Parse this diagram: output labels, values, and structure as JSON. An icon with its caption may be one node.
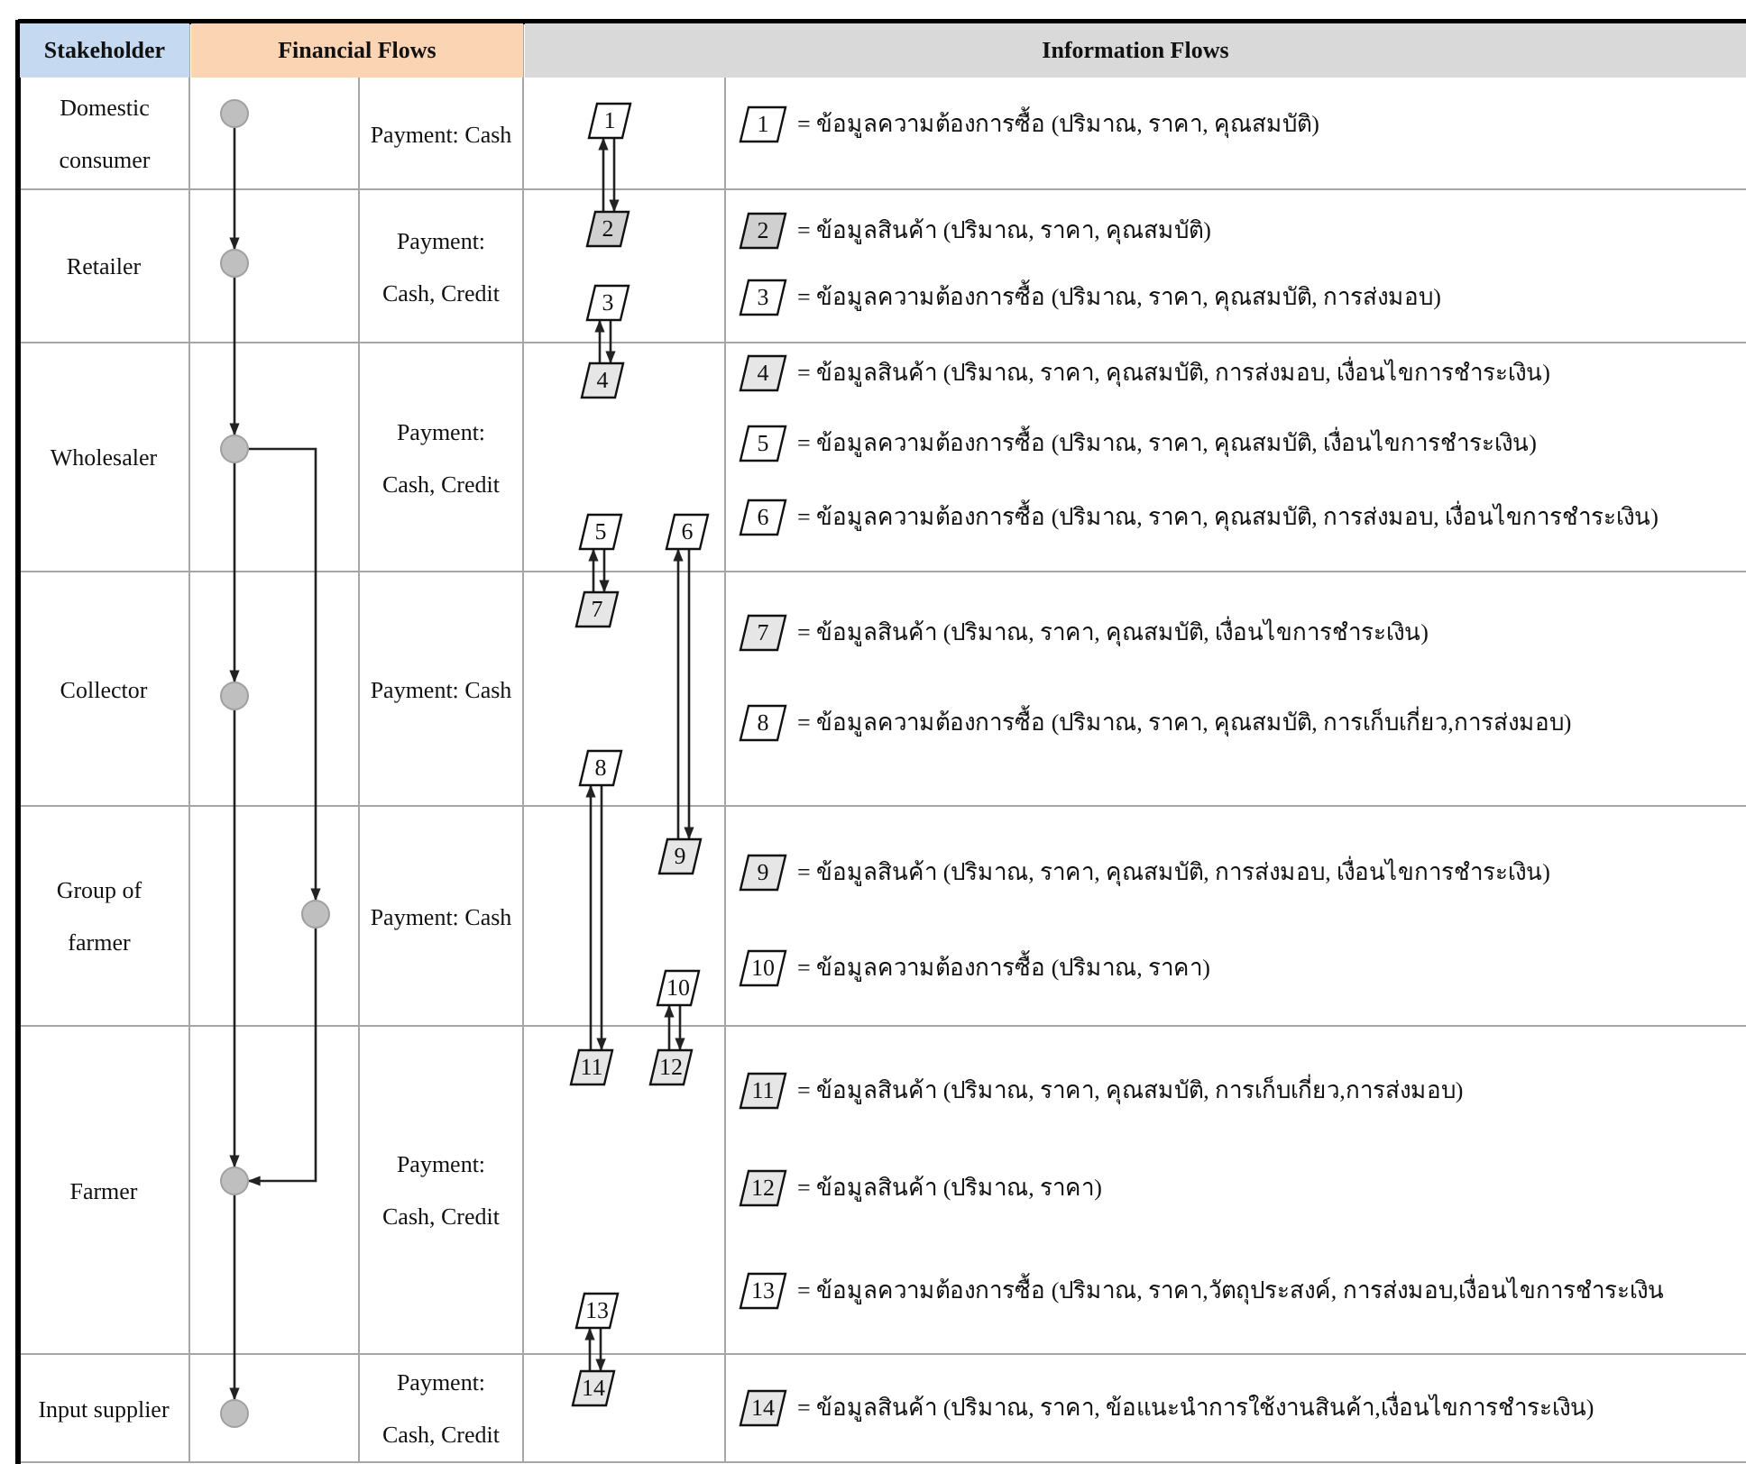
{
  "diagram": {
    "nodes": [
      {
        "text": [],
        "shape": "circle"
      },
      {
        "text": [],
        "shape": "circle"
      },
      {
        "text": [],
        "shape": "circle"
      },
      {
        "text": [],
        "shape": "circle"
      },
      {
        "text": [],
        "shape": "circle"
      },
      {
        "text": [],
        "shape": "circle"
      },
      {
        "text": [],
        "shape": "circle"
      },
      {
        "text": [
          "1"
        ]
      },
      {
        "text": [
          "2"
        ]
      },
      {
        "text": [
          "3"
        ]
      },
      {
        "text": [
          "4"
        ]
      },
      {
        "text": [
          "5"
        ]
      },
      {
        "text": [
          "6"
        ]
      },
      {
        "text": [
          "7"
        ]
      },
      {
        "text": [
          "8"
        ]
      },
      {
        "text": [
          "9"
        ]
      },
      {
        "text": [
          "10"
        ]
      },
      {
        "text": [
          "11"
        ]
      },
      {
        "text": [
          "12"
        ]
      },
      {
        "text": [
          "13"
        ]
      },
      {
        "text": [
          "14"
        ]
      },
      {
        "text": [
          "1"
        ],
        "beside": [
          "= ข้อมูลความต้องการซื้อ (ปริมาณ, ราคา, คุณสมบัติ)"
        ]
      },
      {
        "text": [
          "2"
        ],
        "beside": [
          "= ข้อมูลสินค้า (ปริมาณ, ราคา, คุณสมบัติ)"
        ]
      },
      {
        "text": [
          "3"
        ],
        "beside": [
          "= ข้อมูลความต้องการซื้อ (ปริมาณ, ราคา, คุณสมบัติ, การส่งมอบ)"
        ]
      },
      {
        "text": [
          "4"
        ],
        "beside": [
          "= ข้อมูลสินค้า (ปริมาณ, ราคา, คุณสมบัติ, การส่งมอบ, เงื่อนไขการชำระเงิน)"
        ]
      },
      {
        "text": [
          "5"
        ],
        "beside": [
          "= ข้อมูลความต้องการซื้อ (ปริมาณ, ราคา, คุณสมบัติ, เงื่อนไขการชำระเงิน)"
        ]
      },
      {
        "text": [
          "6"
        ],
        "beside": [
          "= ข้อมูลความต้องการซื้อ (ปริมาณ, ราคา, คุณสมบัติ, การส่งมอบ, เงื่อนไขการชำระเงิน)"
        ]
      },
      {
        "text": [
          "7"
        ],
        "beside": [
          "= ข้อมูลสินค้า (ปริมาณ, ราคา, คุณสมบัติ, เงื่อนไขการชำระเงิน)"
        ]
      },
      {
        "text": [
          "8"
        ],
        "beside": [
          "= ข้อมูลความต้องการซื้อ (ปริมาณ, ราคา, คุณสมบัติ, การเก็บเกี่ยว,การส่งมอบ)"
        ]
      },
      {
        "text": [
          "9"
        ],
        "beside": [
          "= ข้อมูลสินค้า (ปริมาณ, ราคา, คุณสมบัติ, การส่งมอบ, เงื่อนไขการชำระเงิน)"
        ]
      },
      {
        "text": [
          "10"
        ],
        "beside": [
          "= ข้อมูลความต้องการซื้อ (ปริมาณ, ราคา)"
        ]
      },
      {
        "text": [
          "11"
        ],
        "beside": [
          "= ข้อมูลสินค้า (ปริมาณ, ราคา, คุณสมบัติ, การเก็บเกี่ยว,การส่งมอบ)"
        ]
      },
      {
        "text": [
          "12"
        ],
        "beside": [
          "= ข้อมูลสินค้า (ปริมาณ, ราคา)"
        ]
      },
      {
        "text": [
          "13"
        ],
        "beside": [
          "= ข้อมูลความต้องการซื้อ (ปริมาณ, ราคา,วัตถุประสงค์, การส่งมอบ,เงื่อนไขการชำระเงิน"
        ]
      },
      {
        "text": [
          "14"
        ],
        "beside": [
          "= ข้อมูลสินค้า (ปริมาณ, ราคา, ข้อแนะนำการใช้งานสินค้า,เงื่อนไขการชำระเงิน)"
        ]
      }
    ],
    "edges": [
      {
        "from": 0,
        "to": 1,
        "arrow": "to"
      },
      {
        "from": 1,
        "to": 2,
        "arrow": "to"
      },
      {
        "from": 2,
        "to": 3,
        "arrow": "to"
      },
      {
        "from": 2,
        "to": 4,
        "arrow": "to"
      },
      {
        "from": 3,
        "to": 5,
        "arrow": "to"
      },
      {
        "from": 4,
        "to": 5,
        "arrow": "to"
      },
      {
        "from": 5,
        "to": 6,
        "arrow": "to"
      },
      {
        "from": 8,
        "to": 7,
        "arrow": "to"
      },
      {
        "from": 7,
        "to": 8,
        "arrow": "to"
      },
      {
        "from": 10,
        "to": 9,
        "arrow": "to"
      },
      {
        "from": 9,
        "to": 10,
        "arrow": "to"
      },
      {
        "from": 13,
        "to": 11,
        "arrow": "to"
      },
      {
        "from": 11,
        "to": 13,
        "arrow": "to"
      },
      {
        "from": 15,
        "to": 12,
        "arrow": "to"
      },
      {
        "from": 12,
        "to": 15,
        "arrow": "to"
      },
      {
        "from": 17,
        "to": 14,
        "arrow": "to"
      },
      {
        "from": 14,
        "to": 17,
        "arrow": "to"
      },
      {
        "from": 18,
        "to": 16,
        "arrow": "to"
      },
      {
        "from": 16,
        "to": 18,
        "arrow": "to"
      },
      {
        "from": 20,
        "to": 19,
        "arrow": "to"
      },
      {
        "from": 19,
        "to": 20,
        "arrow": "to"
      }
    ],
    "labels": [
      "Stakeholder",
      "Financial Flows",
      "Information Flows",
      "Domestic consumer",
      "Payment: Cash",
      "Retailer",
      "Payment: Cash, Credit",
      "Wholesaler",
      "Payment: Cash, Credit",
      "Collector",
      "Payment: Cash",
      "Group of farmer",
      "Payment: Cash",
      "Farmer",
      "Payment: Cash, Credit",
      "Input supplier",
      "Payment: Cash, Credit"
    ]
  }
}
